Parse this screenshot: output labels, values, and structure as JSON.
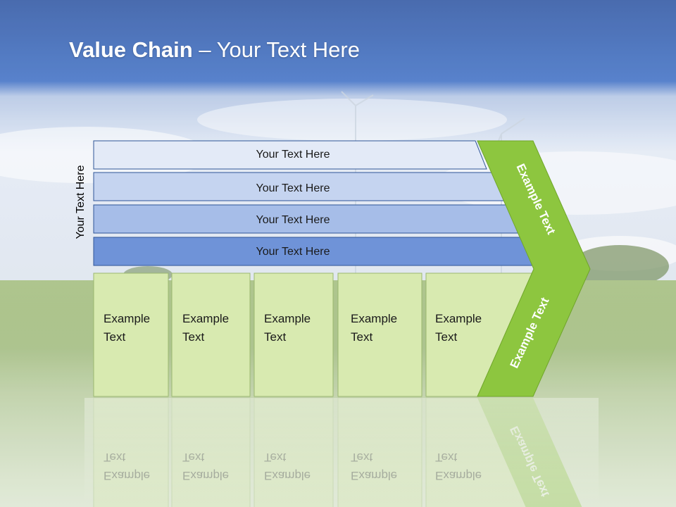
{
  "slide": {
    "title_bold": "Value Chain",
    "title_rest": " – Your Text Here",
    "side_label": "Your Text Here"
  },
  "support_bars": [
    {
      "label": "Your Text Here",
      "fill": "#e3eaf7"
    },
    {
      "label": "Your Text Here",
      "fill": "#c5d4f0"
    },
    {
      "label": "Your Text Here",
      "fill": "#a6bde8"
    },
    {
      "label": "Your Text Here",
      "fill": "#6f93d8"
    }
  ],
  "primary_boxes": [
    {
      "line1": "Example",
      "line2": "Text"
    },
    {
      "line1": "Example",
      "line2": "Text"
    },
    {
      "line1": "Example",
      "line2": "Text"
    },
    {
      "line1": "Example",
      "line2": "Text"
    },
    {
      "line1": "Example",
      "line2": "Text"
    }
  ],
  "chevron": {
    "upper_label": "Example Text",
    "lower_label": "Example Text",
    "fill": "#8dc63f"
  },
  "colors": {
    "sky_top": "#3f67b2",
    "grass": "#8fb067",
    "box_fill": "#d8eab0",
    "bar_stroke": "#2f5597"
  }
}
